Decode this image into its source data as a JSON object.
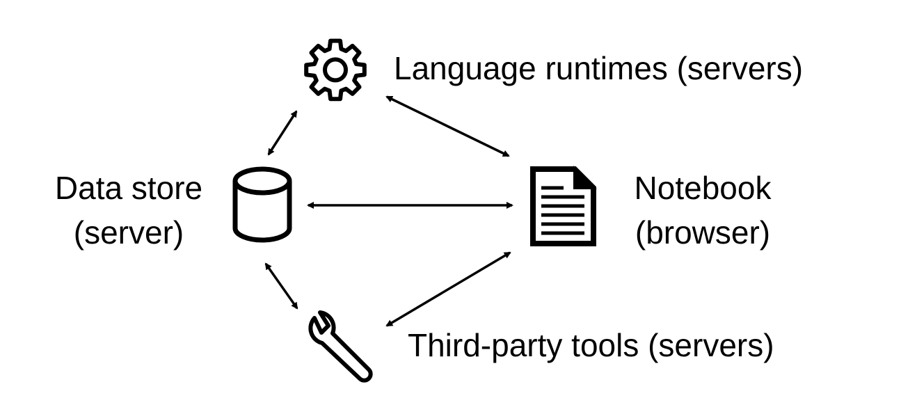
{
  "nodes": {
    "language_runtimes": {
      "label": "Language runtimes (servers)",
      "icon": "gear-icon"
    },
    "data_store": {
      "label_line1": "Data store",
      "label_line2": "(server)",
      "icon": "database-icon"
    },
    "notebook": {
      "label_line1": "Notebook",
      "label_line2": "(browser)",
      "icon": "document-icon"
    },
    "third_party_tools": {
      "label": "Third-party tools (servers)",
      "icon": "wrench-icon"
    }
  },
  "edges": [
    {
      "from": "data_store",
      "to": "language_runtimes",
      "direction": "bidirectional"
    },
    {
      "from": "language_runtimes",
      "to": "notebook",
      "direction": "bidirectional"
    },
    {
      "from": "data_store",
      "to": "notebook",
      "direction": "bidirectional"
    },
    {
      "from": "data_store",
      "to": "third_party_tools",
      "direction": "bidirectional"
    },
    {
      "from": "third_party_tools",
      "to": "notebook",
      "direction": "bidirectional"
    }
  ],
  "colors": {
    "stroke": "#000000",
    "background": "#ffffff"
  }
}
